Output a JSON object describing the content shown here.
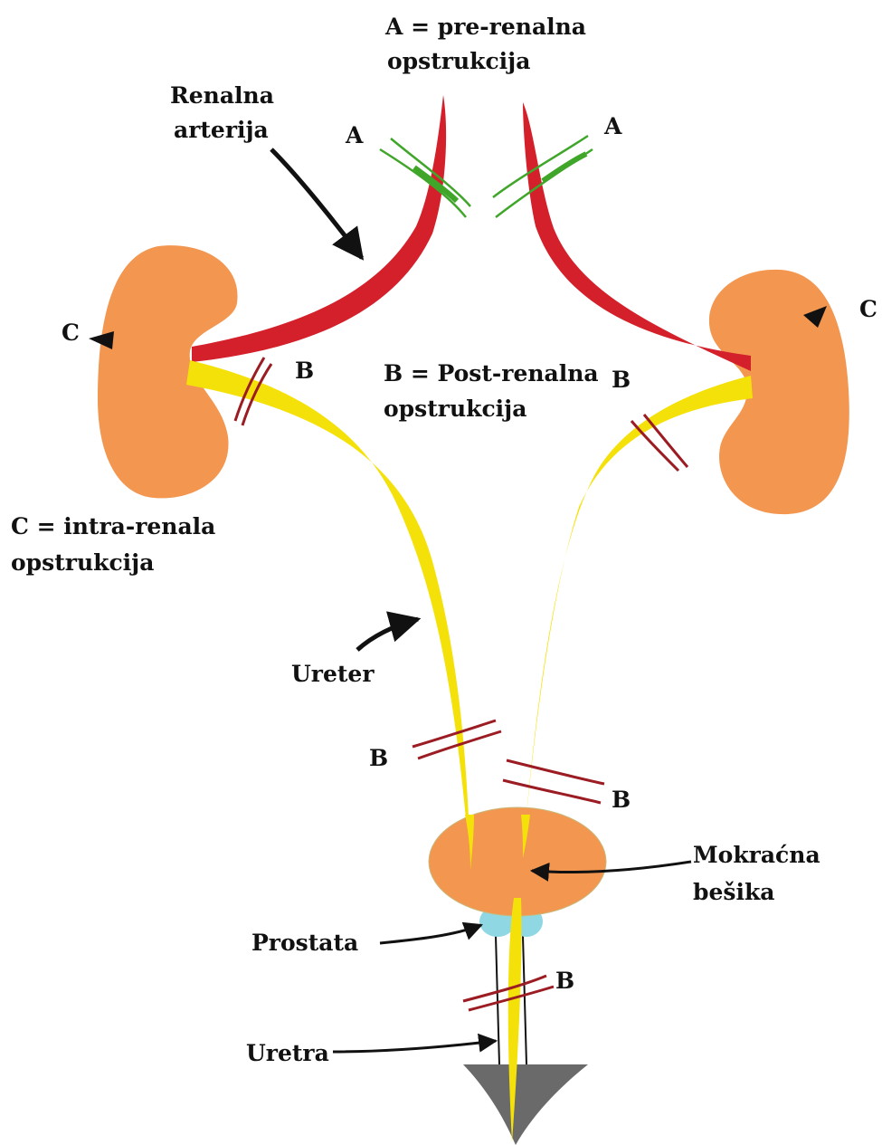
{
  "labels": {
    "legend_a_line1": "A = pre-renalna",
    "legend_a_line2": "opstrukcija",
    "renal_artery_line1": "Renalna",
    "renal_artery_line2": "arterija",
    "legend_b_line1": "B = Post-renalna",
    "legend_b_line2": "opstrukcija",
    "legend_c_line1": "C = intra-renala",
    "legend_c_line2": "opstrukcija",
    "ureter": "Ureter",
    "bladder_line1": "Mokraćna",
    "bladder_line2": "bešika",
    "prostate": "Prostata",
    "urethra": "Uretra"
  },
  "markers": {
    "a": "A",
    "b": "B",
    "c": "C"
  },
  "colors": {
    "kidney": "#F29650",
    "artery": "#D4202A",
    "ureter": "#F5E10A",
    "prestenosis": "#3FA62A",
    "poststenosis": "#9B1C22",
    "prostate": "#8ED7E3",
    "penis": "#6A6A6A",
    "arrow": "#111111"
  }
}
